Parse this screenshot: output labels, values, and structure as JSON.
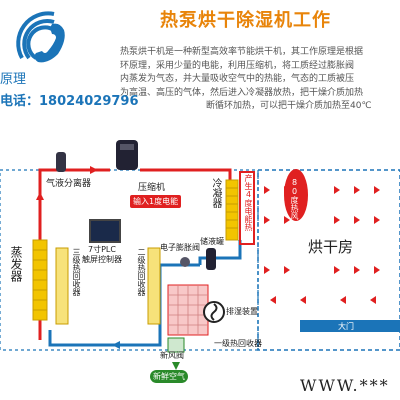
{
  "header": {
    "title": "热泵烘干除湿机工作",
    "description_lines": [
      "热泵烘干机是一种新型高效率节能烘干机，其工作原理是根据",
      "环原理，采用少量的电能，利用压缩机，将工质经过膨胀阀",
      "内蒸发为气态，并大量吸收空气中的热能，气态的工质被压",
      "为高温、高压的气体，然后进入冷凝器放热，把干燥介质加热",
      "断循环加热，可以把干燥介质加热至40℃"
    ],
    "principle_label": "原理",
    "phone_label": "电话：",
    "phone_number": "18024029796"
  },
  "diagram": {
    "gas_separator": "气液分离器",
    "compressor": "压缩机",
    "power_input": "输入1度电能",
    "condenser": "冷凝器",
    "heat_output": "产生4度电能热",
    "evaporator": "蒸发器",
    "heat_recovery_3": "三级热回收器",
    "plc_controller_line1": "7寸PLC",
    "plc_controller_line2": "触屏控制器",
    "heat_recovery_2": "二级热回收器",
    "liquid_tank": "储液罐",
    "expansion_valve": "电子膨胀阀",
    "drying_room": "烘干房",
    "hot_air": "80度热风",
    "exhaust_device": "排湿装置",
    "fresh_air_valve": "新风阀",
    "heat_recovery_1": "一级热回收器",
    "door": "大门",
    "fresh_air": "新鲜空气"
  },
  "watermark": "WWW.***",
  "colors": {
    "title_orange": "#e8840a",
    "brand_blue": "#1b74b8",
    "pipe_red": "#e02020",
    "pipe_blue": "#1b74b8",
    "coil_yellow": "#f2c400"
  }
}
